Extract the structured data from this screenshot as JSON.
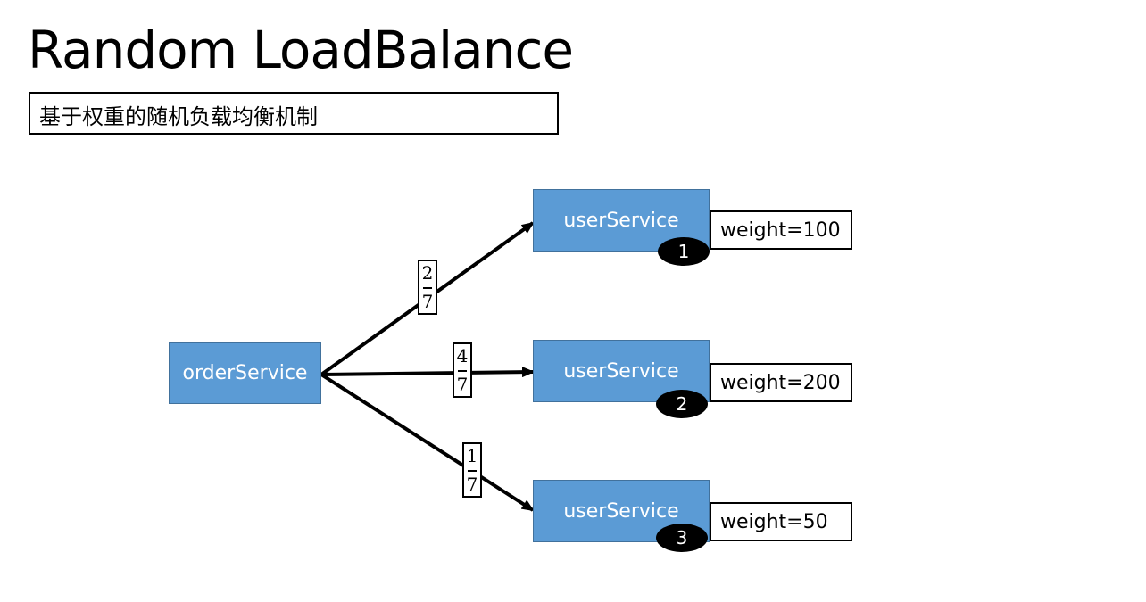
{
  "title": "Random LoadBalance",
  "subtitle": "基于权重的随机负载均衡机制",
  "source": {
    "label": "orderService"
  },
  "targets": [
    {
      "label": "userService",
      "badge": "1",
      "weight": "weight=100",
      "fraction": {
        "num": "2",
        "den": "7"
      }
    },
    {
      "label": "userService",
      "badge": "2",
      "weight": "weight=200",
      "fraction": {
        "num": "4",
        "den": "7"
      }
    },
    {
      "label": "userService",
      "badge": "3",
      "weight": "weight=50",
      "fraction": {
        "num": "1",
        "den": "7"
      }
    }
  ],
  "colors": {
    "service_fill": "#5b9bd5",
    "service_border": "#41719c",
    "arrow": "#000000",
    "badge": "#000000"
  }
}
